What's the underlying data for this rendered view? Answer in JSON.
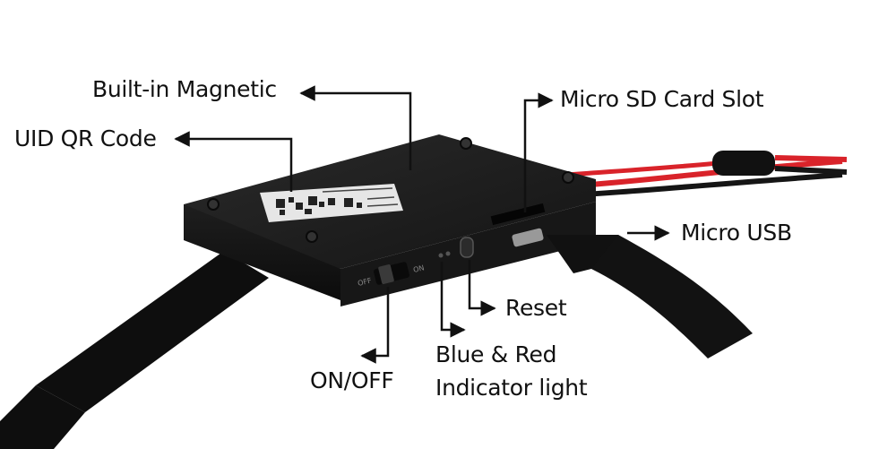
{
  "labels": {
    "built_in_magnetic": "Built-in Magnetic",
    "uid_qr_code": "UID QR Code",
    "micro_sd_card_slot": "Micro SD Card Slot",
    "micro_usb": "Micro USB",
    "reset": "Reset",
    "indicator_line1": "Blue & Red",
    "indicator_line2": "Indicator light",
    "on_off": "ON/OFF"
  },
  "switch_marks": {
    "off": "OFF",
    "on": "ON"
  },
  "colors": {
    "device_body": "#1b1b1b",
    "wire_red": "#d9232a",
    "wire_black": "#151515",
    "qr_label": "#e6e6e6",
    "arrow": "#111111"
  }
}
